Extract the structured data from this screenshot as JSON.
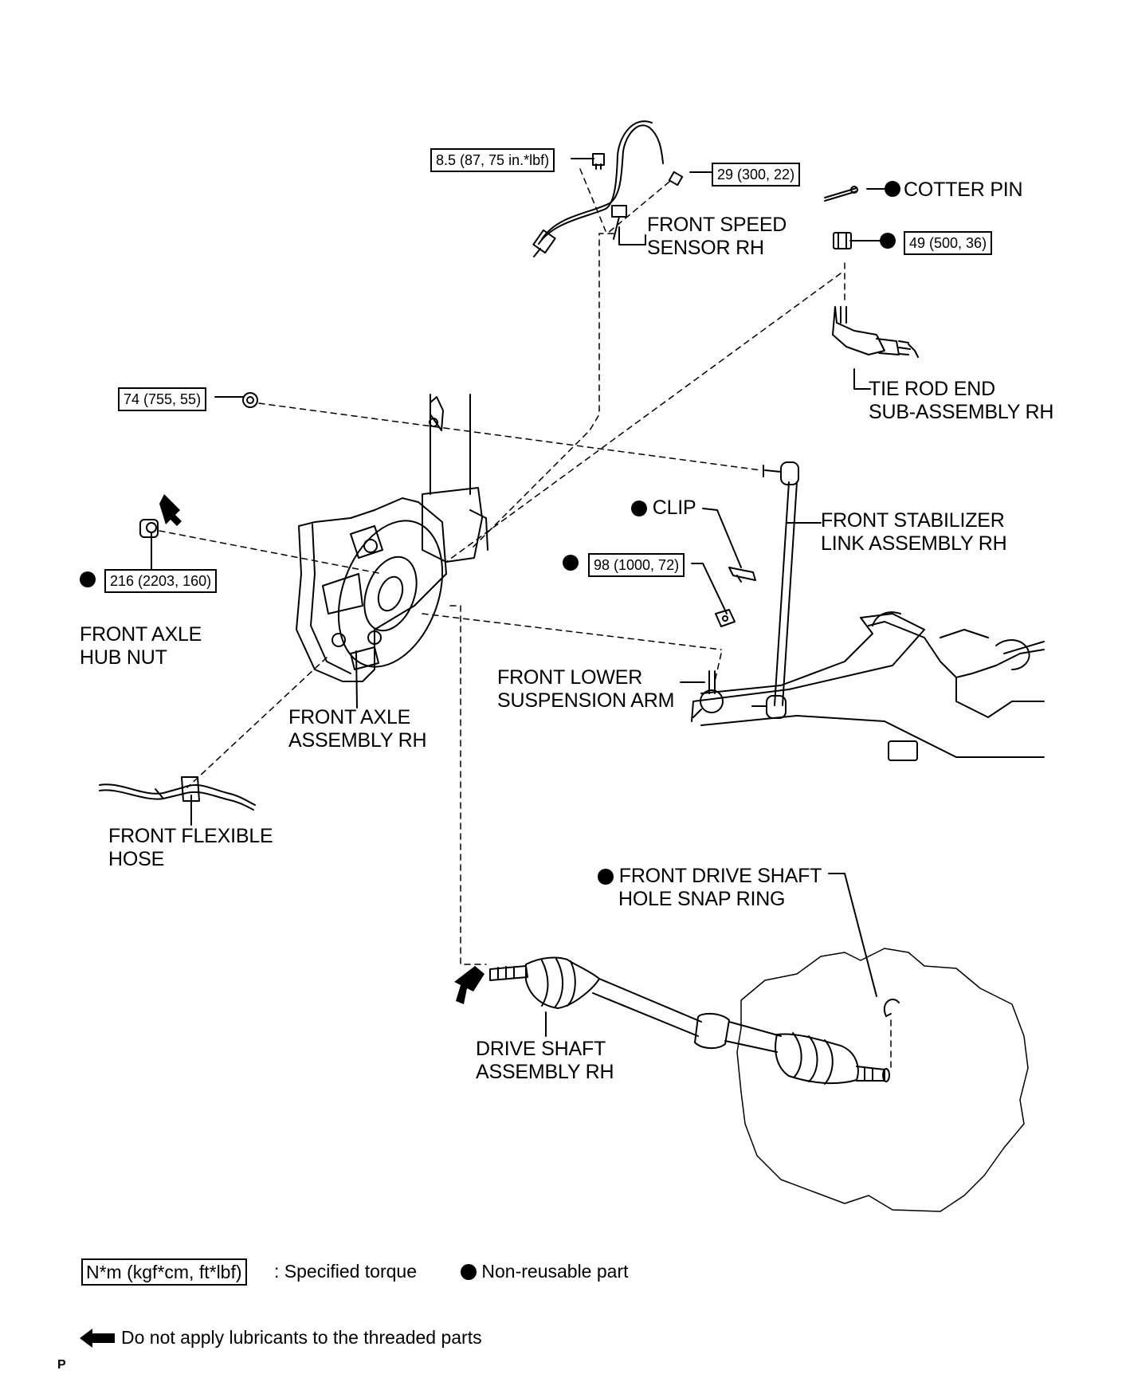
{
  "torques": {
    "speed_sensor_bolt": "8.5 (87, 75 in.*lbf)",
    "speed_sensor_clamp_bolt": "29 (300, 22)",
    "tie_rod_nut": "49 (500, 36)",
    "stabilizer_nut": "74 (755, 55)",
    "hub_nut": "216 (2203, 160)",
    "lower_arm_nut": "98 (1000, 72)"
  },
  "parts": {
    "cotter_pin": "COTTER PIN",
    "speed_sensor": [
      "FRONT SPEED",
      "SENSOR RH"
    ],
    "tie_rod_end": [
      "TIE ROD END",
      "SUB-ASSEMBLY RH"
    ],
    "clip": "CLIP",
    "stabilizer_link": [
      "FRONT STABILIZER",
      "LINK ASSEMBLY RH"
    ],
    "hub_nut": [
      "FRONT AXLE",
      "HUB NUT"
    ],
    "lower_arm": [
      "FRONT LOWER",
      "SUSPENSION ARM"
    ],
    "axle_assembly": [
      "FRONT AXLE",
      "ASSEMBLY RH"
    ],
    "flexible_hose": [
      "FRONT FLEXIBLE",
      "HOSE"
    ],
    "snap_ring": [
      "FRONT DRIVE SHAFT",
      "HOLE SNAP RING"
    ],
    "drive_shaft": [
      "DRIVE SHAFT",
      "ASSEMBLY RH"
    ]
  },
  "legend": {
    "torque_box": "N*m (kgf*cm, ft*lbf)",
    "torque_text": ": Specified torque",
    "non_reusable": "Non-reusable part",
    "no_lube": "Do not apply lubricants to the threaded parts"
  },
  "corner_mark": "P"
}
